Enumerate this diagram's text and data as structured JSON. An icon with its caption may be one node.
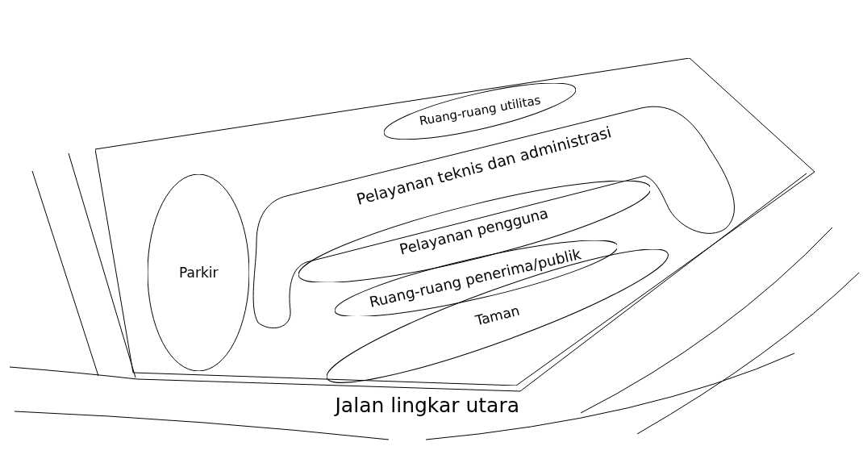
{
  "diagram": {
    "nodes": [
      {
        "text": [],
        "shape": "box"
      },
      {
        "text": [
          "Ruang-ruang utilitas"
        ],
        "in": 0
      },
      {
        "text": [
          "Pelayanan teknis dan administrasi"
        ],
        "in": 0
      },
      {
        "text": [
          "Parkir"
        ],
        "in": 0
      },
      {
        "text": [
          "Pelayanan pengguna"
        ],
        "in": 0
      },
      {
        "text": [
          "Ruang-ruang penerima/publik"
        ],
        "in": 0
      },
      {
        "text": [
          "Taman"
        ],
        "in": 0
      }
    ],
    "labels": [
      "Jalan lingkar utara"
    ]
  }
}
